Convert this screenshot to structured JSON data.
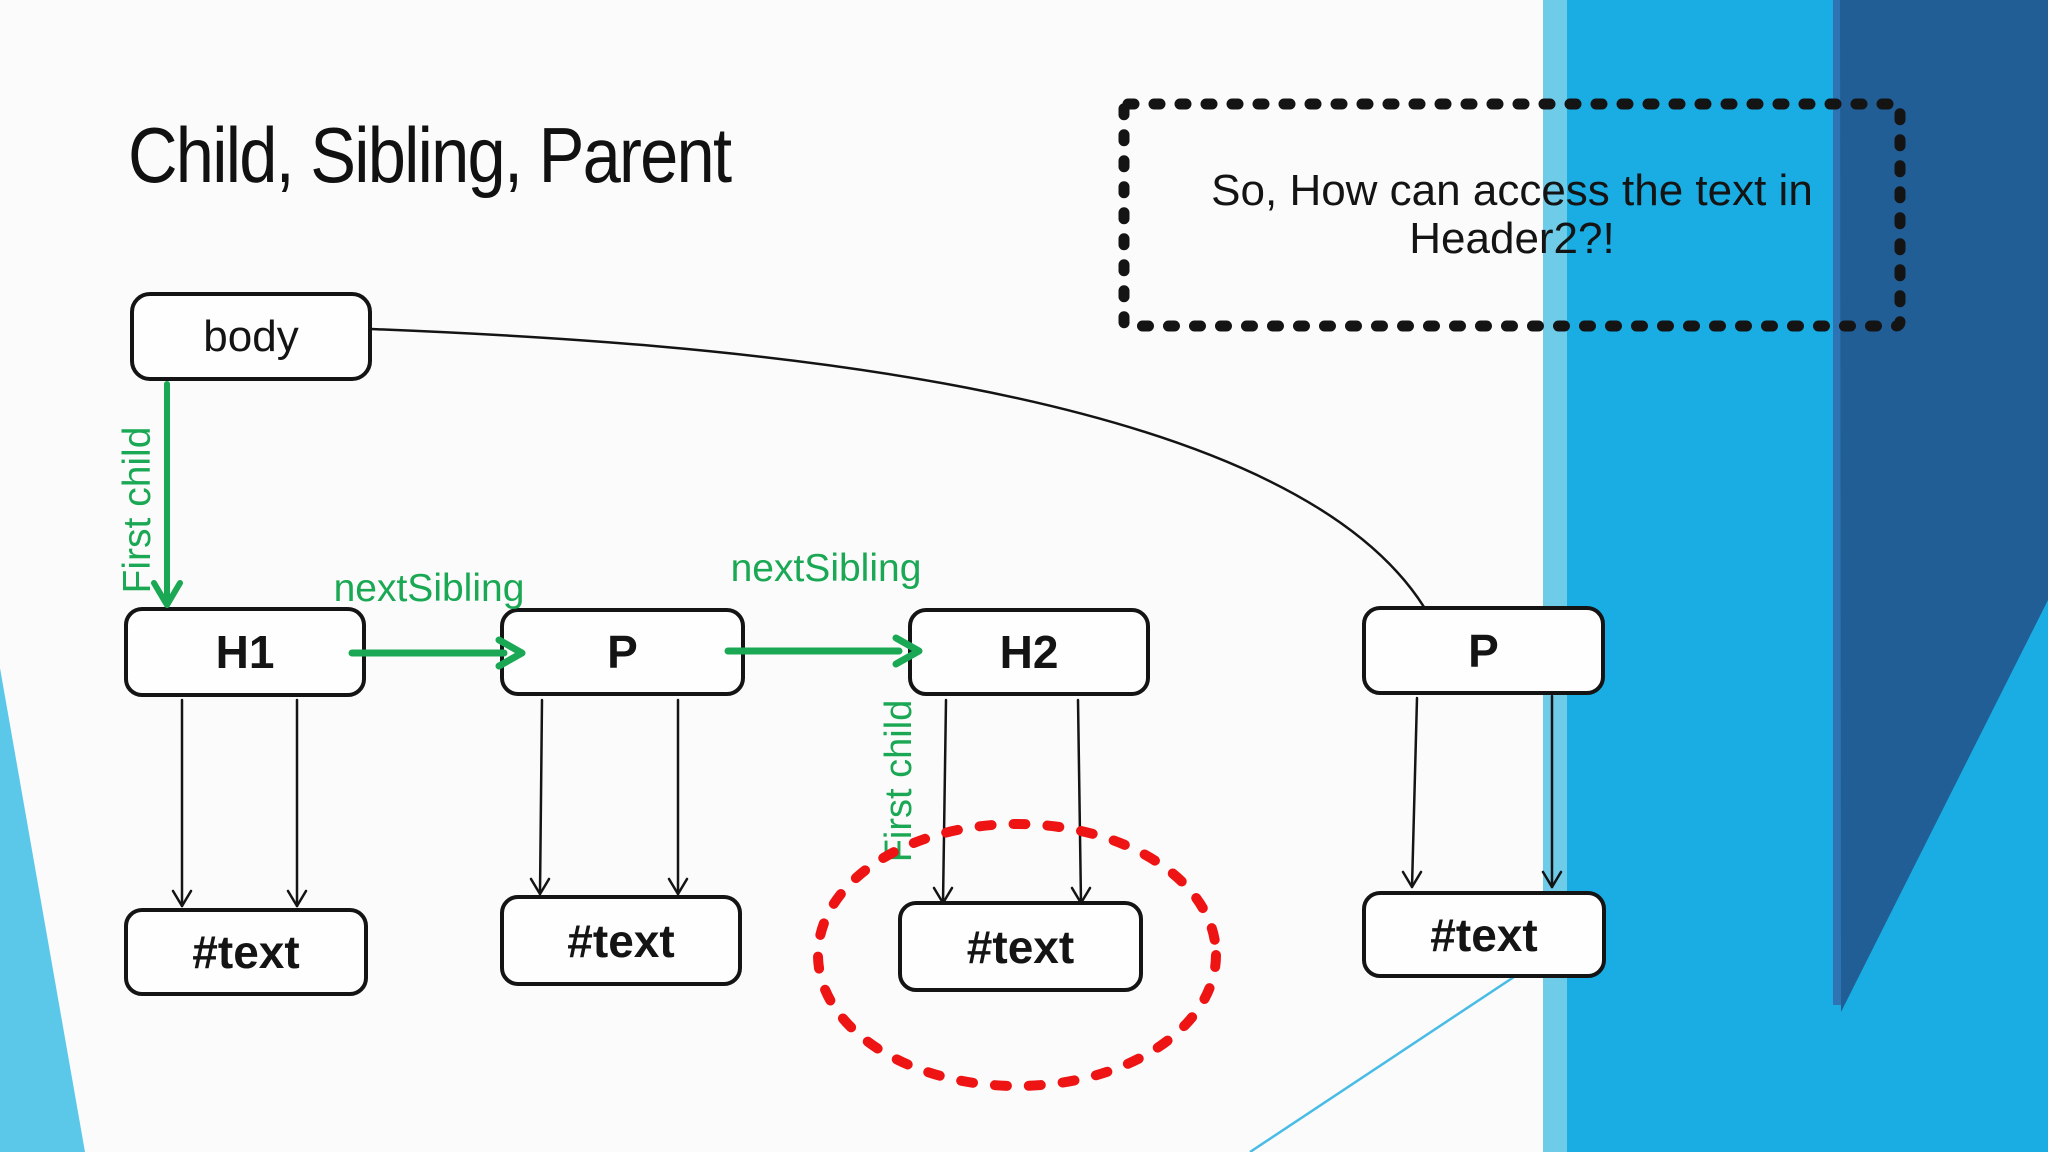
{
  "slide": {
    "title": "Child, Sibling, Parent",
    "question_box": {
      "line1": "So, How can access the text in",
      "line2": "Header2?!"
    }
  },
  "diagram": {
    "nodes": {
      "body": {
        "label": "body"
      },
      "h1": {
        "label": "H1"
      },
      "p1": {
        "label": "P"
      },
      "h2": {
        "label": "H2"
      },
      "p2": {
        "label": "P"
      },
      "text1": {
        "label": "#text"
      },
      "text2": {
        "label": "#text"
      },
      "text3": {
        "label": "#text"
      },
      "text4": {
        "label": "#text"
      }
    },
    "edge_labels": {
      "first_child_1": "First child",
      "first_child_2": "First child",
      "next_sibling_1": "nextSibling",
      "next_sibling_2": "nextSibling"
    }
  },
  "colors": {
    "green": "#1aa854",
    "red": "#ee1414",
    "ink": "#141414",
    "bright_blue": "#19ade3",
    "navy": "#215e96",
    "edge_strip": "#2e74b5",
    "light_band": "#6fcce9",
    "corner_wedge": "#5bc8ea",
    "diag_line": "#49bce6"
  }
}
